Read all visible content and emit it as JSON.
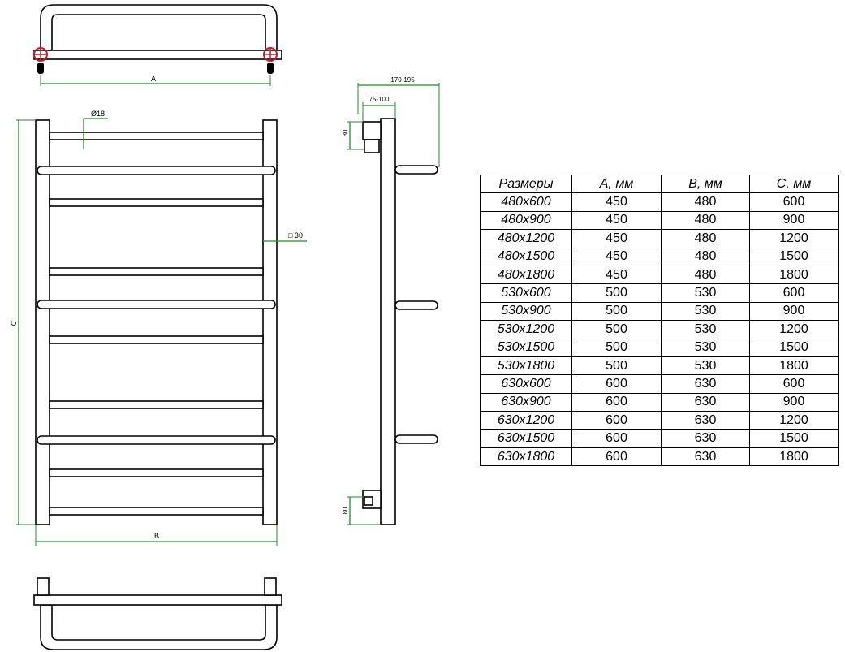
{
  "drawing": {
    "labels": {
      "dim_a": "A",
      "dim_b": "B",
      "dim_c": "C",
      "pipe_diameter": "Ø18",
      "profile": "□ 30",
      "depth_outer": "170-195",
      "depth_inner": "75-100",
      "connection_top": "80",
      "connection_bottom": "80"
    },
    "colors": {
      "dimension_line": "#1f8a2e",
      "valve": "#c0202a",
      "outline": "#000000"
    }
  },
  "table": {
    "headers": [
      "Размеры",
      "А, мм",
      "В, мм",
      "С, мм"
    ],
    "rows": [
      [
        "480x600",
        "450",
        "480",
        "600"
      ],
      [
        "480x900",
        "450",
        "480",
        "900"
      ],
      [
        "480x1200",
        "450",
        "480",
        "1200"
      ],
      [
        "480x1500",
        "450",
        "480",
        "1500"
      ],
      [
        "480x1800",
        "450",
        "480",
        "1800"
      ],
      [
        "530x600",
        "500",
        "530",
        "600"
      ],
      [
        "530x900",
        "500",
        "530",
        "900"
      ],
      [
        "530x1200",
        "500",
        "530",
        "1200"
      ],
      [
        "530x1500",
        "500",
        "530",
        "1500"
      ],
      [
        "530x1800",
        "500",
        "530",
        "1800"
      ],
      [
        "630x600",
        "600",
        "630",
        "600"
      ],
      [
        "630x900",
        "600",
        "630",
        "900"
      ],
      [
        "630x1200",
        "600",
        "630",
        "1200"
      ],
      [
        "630x1500",
        "600",
        "630",
        "1500"
      ],
      [
        "630x1800",
        "600",
        "630",
        "1800"
      ]
    ]
  }
}
